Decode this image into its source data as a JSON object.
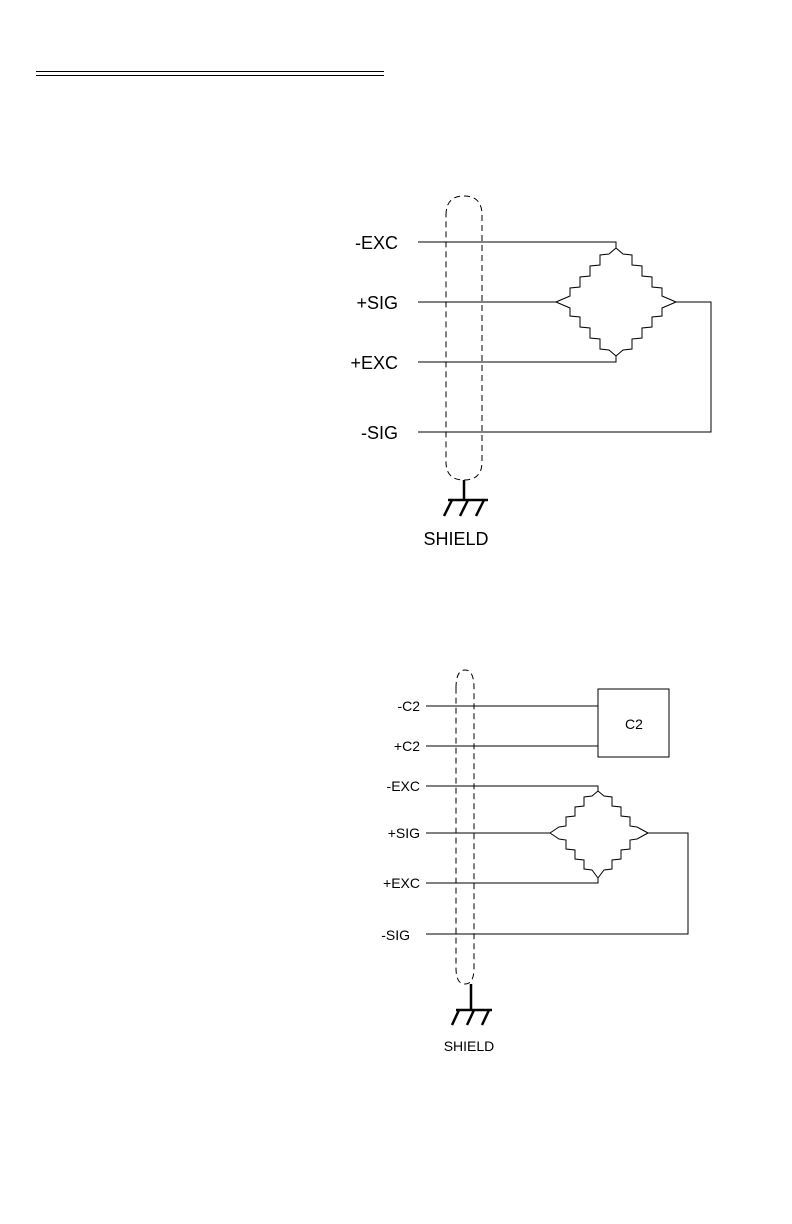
{
  "diagram1": {
    "labels": {
      "neg_exc": "-EXC",
      "pos_sig": "+SIG",
      "pos_exc": "+EXC",
      "neg_sig": "-SIG",
      "shield": "SHIELD"
    }
  },
  "diagram2": {
    "labels": {
      "neg_c2": "-C2",
      "pos_c2": "+C2",
      "neg_exc": "-EXC",
      "pos_sig": "+SIG",
      "pos_exc": "+EXC",
      "neg_sig": "-SIG",
      "shield": "SHIELD",
      "c2_box": "C2"
    }
  }
}
